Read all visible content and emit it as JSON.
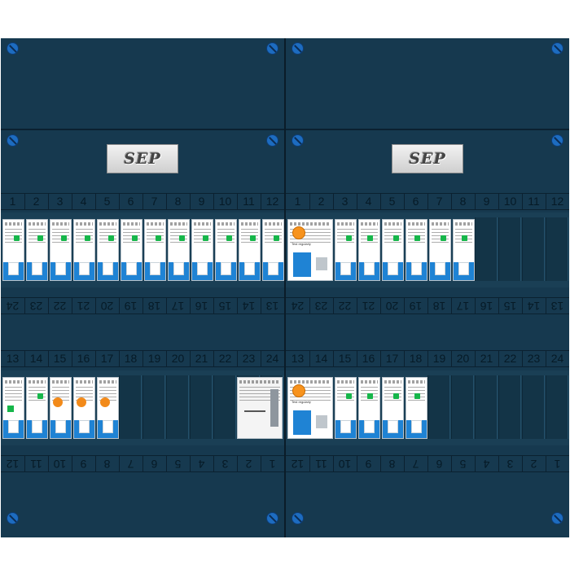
{
  "brand": {
    "logo_text": "SEP",
    "rcd_test_label": "Test regularly"
  },
  "colors": {
    "enclosure": "#16394f",
    "breaker_body": "#ffffff",
    "toggle_blue": "#1f83d4",
    "indicator_green": "#16b64a",
    "rcd_test_orange": "#f7931e",
    "screw_blue": "#1d6cc0"
  },
  "panels": [
    {
      "row_a_numbers": [
        "1",
        "2",
        "3",
        "4",
        "5",
        "6",
        "7",
        "8",
        "9",
        "10",
        "11",
        "12"
      ],
      "row_a_bottom_numbers": [
        "24",
        "23",
        "22",
        "21",
        "20",
        "19",
        "18",
        "17",
        "16",
        "15",
        "14",
        "13"
      ],
      "row_b_top_numbers": [
        "13",
        "14",
        "15",
        "16",
        "17",
        "18",
        "19",
        "20",
        "21",
        "22",
        "23",
        "24"
      ],
      "row_b_numbers": [
        "12",
        "11",
        "10",
        "9",
        "8",
        "7",
        "6",
        "5",
        "4",
        "3",
        "2",
        "1"
      ]
    },
    {
      "row_a_numbers": [
        "1",
        "2",
        "3",
        "4",
        "5",
        "6",
        "7",
        "8",
        "9",
        "10",
        "11",
        "12"
      ],
      "row_a_bottom_numbers": [
        "24",
        "23",
        "22",
        "21",
        "20",
        "19",
        "18",
        "17",
        "16",
        "15",
        "14",
        "13"
      ],
      "row_b_top_numbers": [
        "13",
        "14",
        "15",
        "16",
        "17",
        "18",
        "19",
        "20",
        "21",
        "22",
        "23",
        "24"
      ],
      "row_b_numbers": [
        "12",
        "11",
        "10",
        "9",
        "8",
        "7",
        "6",
        "5",
        "4",
        "3",
        "2",
        "1"
      ]
    }
  ]
}
